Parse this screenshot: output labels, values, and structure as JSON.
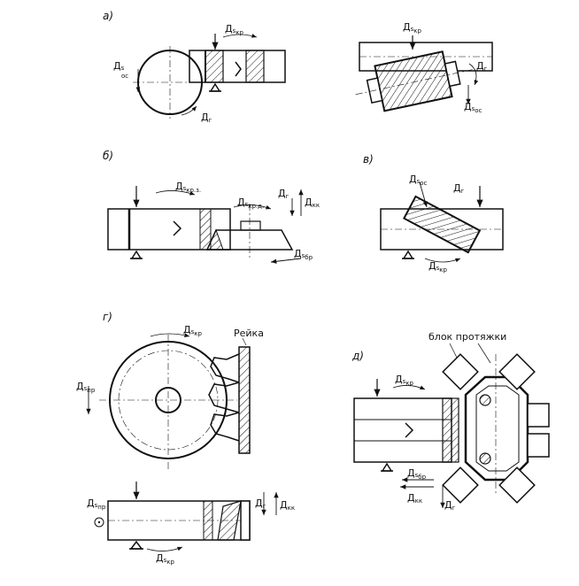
{
  "panels": {
    "a": "а)",
    "b": "б)",
    "v": "в)",
    "g": "г)",
    "d": "д)"
  },
  "labels": {
    "ds_main": "Д",
    "s": "s",
    "oc": "ос",
    "kr": "кр",
    "r": "г",
    "kr_z": "кр.з.",
    "kr_d": "кр.д.",
    "br": "бр",
    "np": "пр",
    "kk": "Д",
    "kk_sub": "кк",
    "reyka": "Рейка",
    "blok": "блок протяжки"
  }
}
